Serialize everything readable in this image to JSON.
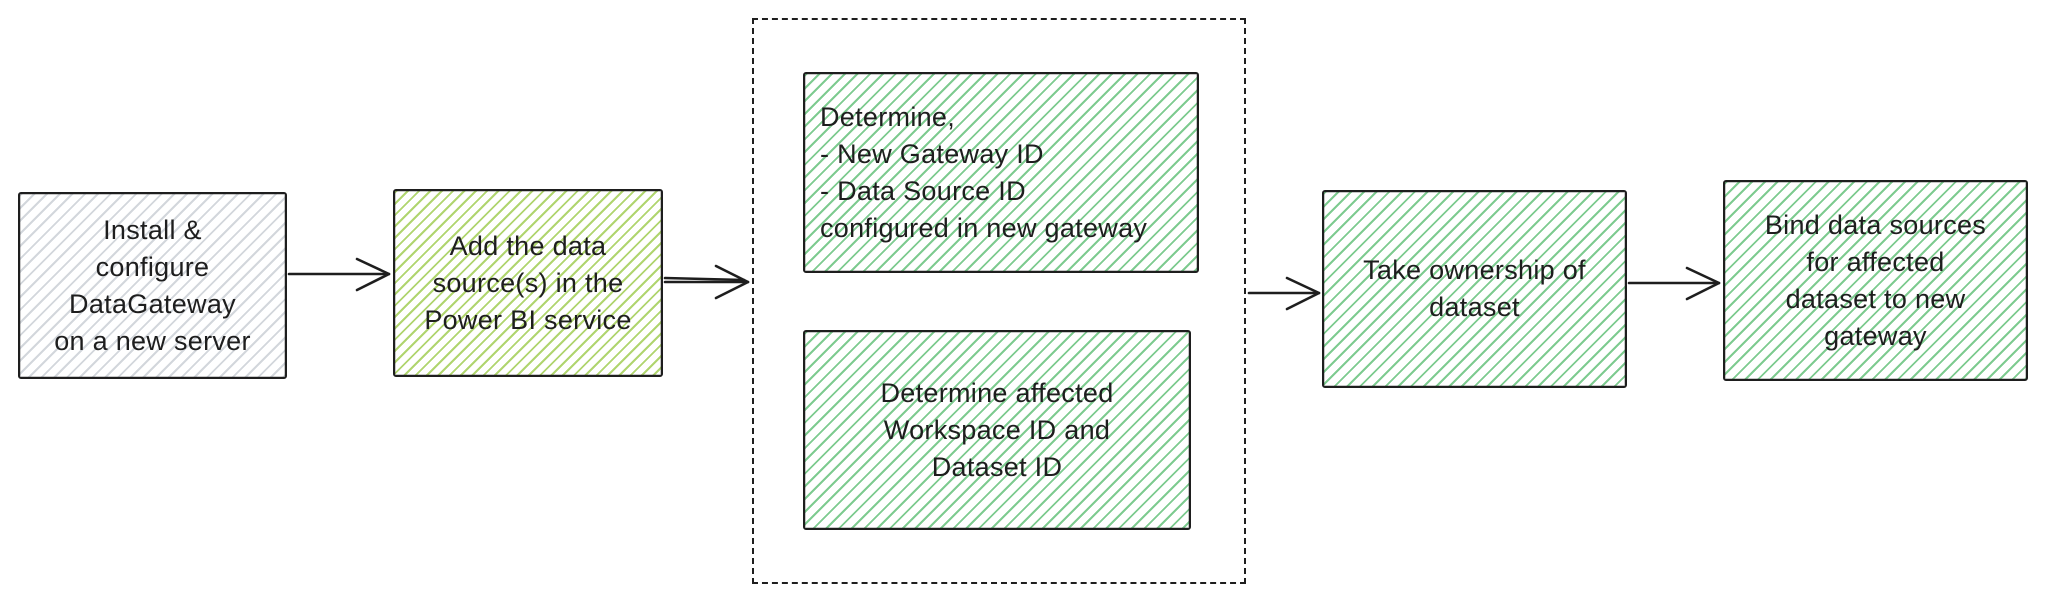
{
  "diagram": {
    "type": "flowchart",
    "background": "#ffffff",
    "stroke_color": "#1e1e1e",
    "text_color": "#1e1e1e",
    "fill_colors": {
      "gray_hatch": "#d3d7dc",
      "lime_hatch": "#b0d56f",
      "green_hatch": "#7ecb90"
    },
    "nodes": [
      {
        "id": "install-gateway",
        "label": "Install &\nconfigure\nDataGateway\non a new server",
        "fill": "gray"
      },
      {
        "id": "add-data-source",
        "label": "Add the data\nsource(s) in the\nPower BI service",
        "fill": "lime"
      },
      {
        "id": "determine-gateway-ids",
        "label": "Determine,\n- New Gateway ID\n- Data Source ID\nconfigured in new gateway",
        "fill": "green"
      },
      {
        "id": "determine-workspace-dataset",
        "label": "Determine affected\nWorkspace ID and\nDataset ID",
        "fill": "green"
      },
      {
        "id": "take-ownership",
        "label": "Take ownership of\ndataset",
        "fill": "green"
      },
      {
        "id": "bind-data-sources",
        "label": "Bind data sources\nfor affected\ndataset to new\ngateway",
        "fill": "green"
      }
    ],
    "group": {
      "style": "dotted-rectangle",
      "contains": [
        "determine-gateway-ids",
        "determine-workspace-dataset"
      ]
    },
    "connectors": [
      {
        "from": "install-gateway",
        "to": "add-data-source"
      },
      {
        "from": "add-data-source",
        "to": "group"
      },
      {
        "from": "group",
        "to": "take-ownership"
      },
      {
        "from": "take-ownership",
        "to": "bind-data-sources"
      }
    ]
  }
}
